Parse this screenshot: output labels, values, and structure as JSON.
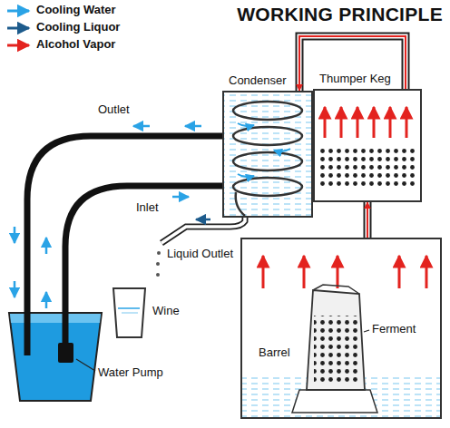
{
  "diagram": {
    "title": "WORKING PRINCIPLE",
    "nodes": [
      {
        "text": [
          "Condenser"
        ]
      },
      {
        "text": [
          "Thumper Keg"
        ]
      },
      {
        "text": [
          "Barrel"
        ]
      }
    ],
    "edges": [
      {
        "from": 2,
        "to": 1,
        "arrow": "to"
      },
      {
        "from": 1,
        "to": 0,
        "arrow": "to"
      }
    ],
    "labels": [
      "Outlet",
      "Inlet",
      "Liquid Outlet",
      "Wine",
      "Water Pump",
      "Ferment"
    ],
    "legend": [
      {
        "text": "Cooling Water"
      },
      {
        "text": "Cooling Liquor"
      },
      {
        "text": "Alcohol Vapor"
      }
    ]
  }
}
